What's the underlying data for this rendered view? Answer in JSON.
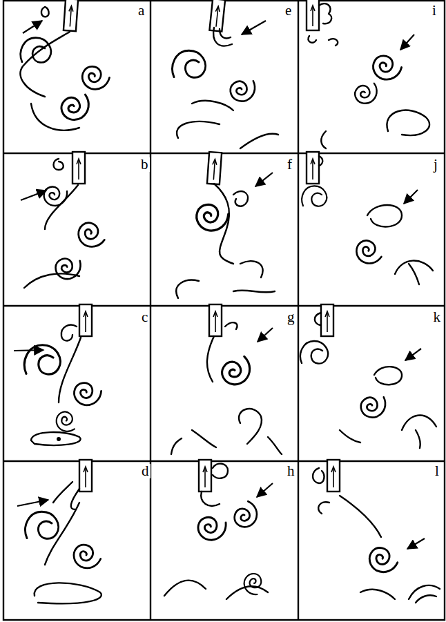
{
  "diagram": {
    "labels": [
      "a",
      "e",
      "i",
      "b",
      "f",
      "j",
      "c",
      "g",
      "k",
      "d",
      "h",
      "l"
    ]
  }
}
